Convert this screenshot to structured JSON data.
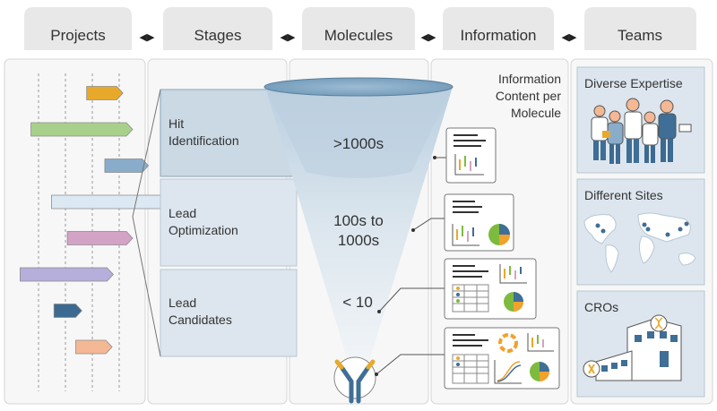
{
  "tabs": [
    "Projects",
    "Stages",
    "Molecules",
    "Information",
    "Teams"
  ],
  "arrow_glyph": "◀▶",
  "stages": {
    "hit": [
      "Hit",
      "Identification"
    ],
    "lead_opt": [
      "Lead",
      "Optimization"
    ],
    "lead_cand": [
      "Lead",
      "Candidates"
    ]
  },
  "molecules": {
    "hit": ">1000s",
    "lead_opt": [
      "100s to",
      "1000s"
    ],
    "lead_cand": "< 10"
  },
  "information": {
    "header": [
      "Information",
      "Content per",
      "Molecule"
    ]
  },
  "teams": {
    "expertise": "Diverse Expertise",
    "sites": "Different Sites",
    "cros": "CROs"
  },
  "project_bars": [
    {
      "color": "#e8a92a",
      "start": 0.62,
      "end": 0.92
    },
    {
      "color": "#a8d08a",
      "start": 0.16,
      "end": 1.0
    },
    {
      "color": "#8aaccb",
      "start": 0.77,
      "end": 1.13
    },
    {
      "color": "#dce8f2",
      "start": 0.33,
      "end": 1.3
    },
    {
      "color": "#d3a3c6",
      "start": 0.46,
      "end": 1.0
    },
    {
      "color": "#b6aedb",
      "start": 0.07,
      "end": 0.84
    },
    {
      "color": "#3c6a90",
      "start": 0.35,
      "end": 0.58
    },
    {
      "color": "#f4b894",
      "start": 0.53,
      "end": 0.83
    }
  ],
  "colors": {
    "tab_bg": "#e8e8e8",
    "panel_bg": "#f7f7f7",
    "panel_border": "#d4d4d4",
    "stage_box": "#dde6ee",
    "funnel_top": "#9fbfd6",
    "team_box": "#dde6ee",
    "pie_green": "#7dbb3f",
    "pie_orange": "#f2a12c",
    "pie_blue": "#3f6e96"
  },
  "icons": [
    "arrow-left-right-icon",
    "document-card-icon",
    "pie-chart-icon",
    "scatter-chart-icon",
    "people-icon",
    "world-map-icon",
    "building-icon",
    "antibody-icon"
  ]
}
